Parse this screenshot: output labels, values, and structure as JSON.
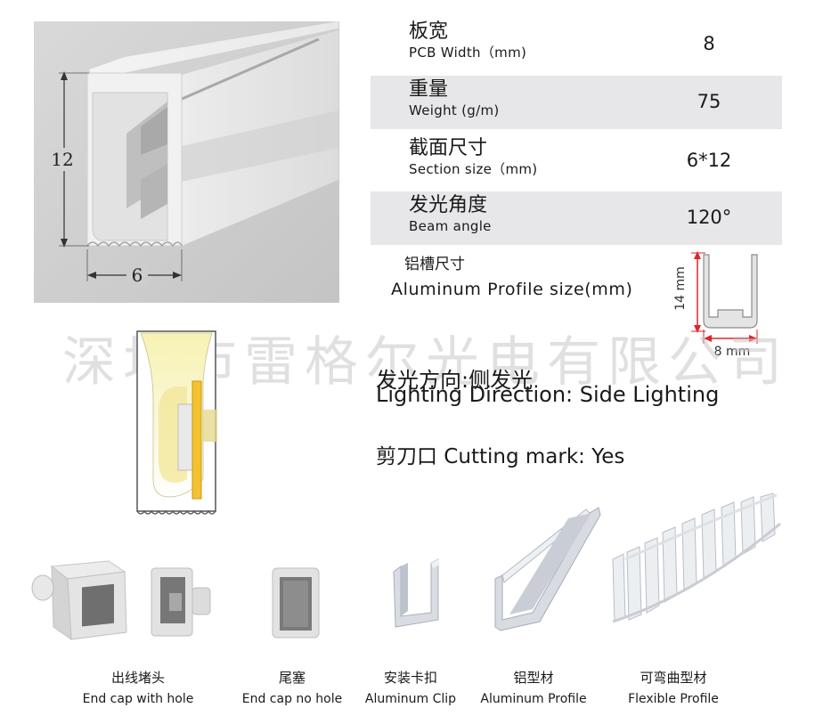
{
  "dims": {
    "height": "12",
    "width": "6"
  },
  "specs": [
    {
      "cn": "板宽",
      "en": "PCB Width（mm)",
      "value": "8"
    },
    {
      "cn": "重量",
      "en": "Weight (g/m)",
      "value": "75"
    },
    {
      "cn": "截面尺寸",
      "en": "Section size（mm)",
      "value": "6*12"
    },
    {
      "cn": "发光角度",
      "en": "Beam angle",
      "value": "120°"
    }
  ],
  "profile": {
    "cn": "铝槽尺寸",
    "en": "Aluminum Profile size(mm)",
    "height": "14 mm",
    "width": "8 mm"
  },
  "watermark": "深圳市雷格尔光电有限公司",
  "direction": {
    "cn": "发光方向:侧发光",
    "en": "Lighting Direction: Side Lighting",
    "cutting": "剪刀口 Cutting mark: Yes"
  },
  "accessories": [
    {
      "cn": "出线堵头",
      "en": "End cap with hole"
    },
    {
      "cn": "尾塞",
      "en": "End cap no hole"
    },
    {
      "cn": "安装卡扣",
      "en": "Aluminum Clip"
    },
    {
      "cn": "铝型材",
      "en": "Aluminum Profile"
    },
    {
      "cn": "可弯曲型材",
      "en": "Flexible Profile"
    }
  ],
  "colors": {
    "accent_red": "#e0242c",
    "shade": "#e7e7e9",
    "led_yellow": "#f2c230"
  }
}
